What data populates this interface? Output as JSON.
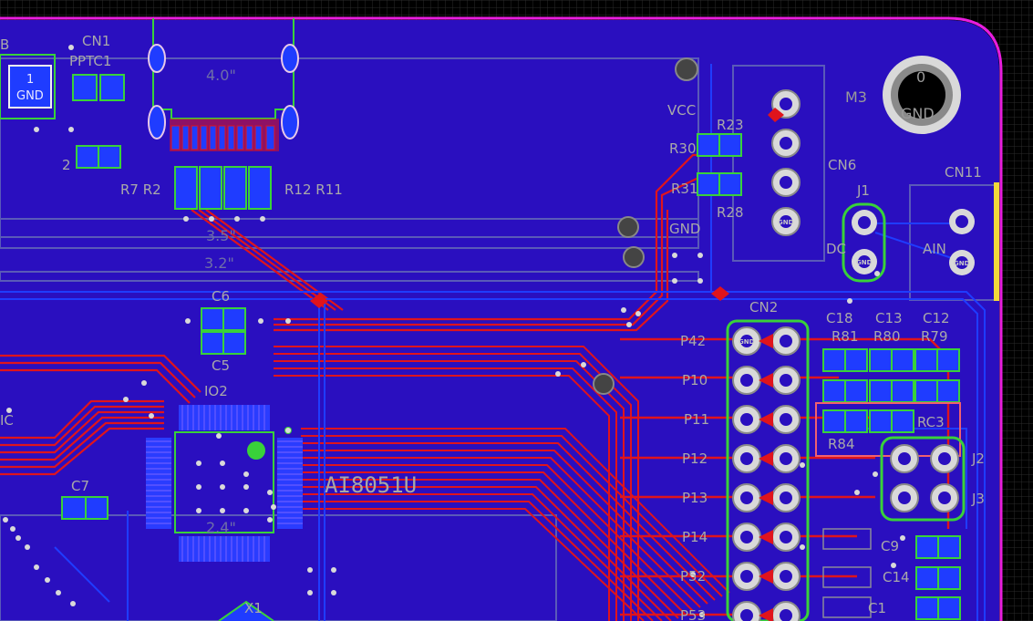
{
  "view": {
    "colors": {
      "background": "#000000",
      "grid": "#2a2a2a",
      "board_fill": "#2a0fbf",
      "board_outline": "#e81cde",
      "trace_top": "#e0141c",
      "trace_bottom": "#1f3cff",
      "pad": "#1f3cff",
      "pad_outline": "#39d13a",
      "silkscreen": "#a9a9a9",
      "drill": "#d9d9d9",
      "highlight_box": "#f06070",
      "edge_yellow": "#f2d93a"
    }
  },
  "silkscreen": {
    "cn1": "CN1",
    "pptc1": "PPTC1",
    "b_partial": "B",
    "gnd_box_num": "1",
    "gnd_box": "GND",
    "c2_partial": "2",
    "r7r2": "R7 R2",
    "r12r11": "R12 R11",
    "dim_4_0": "4.0\"",
    "dim_3_5": "3.5\"",
    "dim_3_2": "3.2\"",
    "dim_2_4": "2.4\"",
    "c6": "C6",
    "c5": "C5",
    "io2": "IO2",
    "ic_partial": "IC",
    "c7": "C7",
    "x1": "X1",
    "chip_name": "AI8051U",
    "vcc": "VCC",
    "r23": "R23",
    "r30": "R30",
    "r31": "R31",
    "r28": "R28",
    "gnd": "GND",
    "m3": "M3",
    "cn6": "CN6",
    "j1": "J1",
    "dc": "DC",
    "cn11": "CN11",
    "ain": "AIN",
    "cn2": "CN2",
    "c18": "C18",
    "c13": "C13",
    "c12": "C12",
    "r81": "R81",
    "r80": "R80",
    "r79": "R79",
    "rc3": "RC3",
    "r84": "R84",
    "j2": "J2",
    "j3": "J3",
    "p42": "P42",
    "p10": "P10",
    "p11": "P11",
    "p12": "P12",
    "p13": "P13",
    "p14": "P14",
    "p52": "P52",
    "p53": "P53",
    "c14": "C14",
    "c9_partial": "C9",
    "c1_partial": "C1",
    "mtg_num": "0",
    "mtg_gnd": "GND",
    "gnd_small": "GND"
  }
}
